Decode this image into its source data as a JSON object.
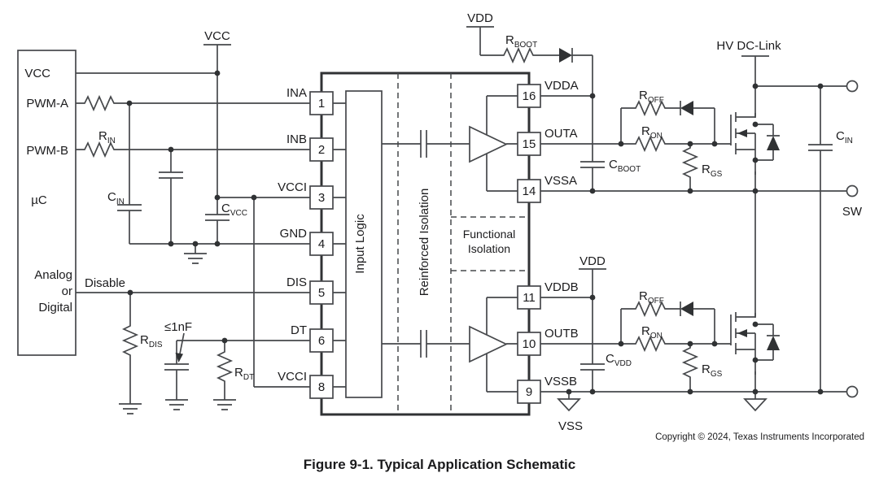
{
  "figure": {
    "caption": "Figure 9-1. Typical Application Schematic",
    "copyright": "Copyright © 2024, Texas Instruments Incorporated"
  },
  "mcu": {
    "vcc": "VCC",
    "pwm_a": "PWM-A",
    "pwm_b": "PWM-B",
    "uc": "µC",
    "analog_1": "Analog",
    "analog_2": "or",
    "analog_3": "Digital",
    "disable": "Disable"
  },
  "rails": {
    "vcc_top": "VCC",
    "vdd_a": "VDD",
    "vdd_b": "VDD",
    "hv_dc_link": "HV DC-Link",
    "vss": "VSS",
    "sw": "SW"
  },
  "components": {
    "r_in": {
      "base": "R",
      "sub": "IN"
    },
    "c_in_left": {
      "base": "C",
      "sub": "IN"
    },
    "c_vcc": {
      "base": "C",
      "sub": "VCC"
    },
    "r_dis": {
      "base": "R",
      "sub": "DIS"
    },
    "dt_cap_note": "≤1nF",
    "r_dt": {
      "base": "R",
      "sub": "DT"
    },
    "r_boot": {
      "base": "R",
      "sub": "BOOT"
    },
    "c_boot": {
      "base": "C",
      "sub": "BOOT"
    },
    "r_off_a": {
      "base": "R",
      "sub": "OFF"
    },
    "r_on_a": {
      "base": "R",
      "sub": "ON"
    },
    "r_gs_a": {
      "base": "R",
      "sub": "GS"
    },
    "c_vdd": {
      "base": "C",
      "sub": "VDD"
    },
    "r_off_b": {
      "base": "R",
      "sub": "OFF"
    },
    "r_on_b": {
      "base": "R",
      "sub": "ON"
    },
    "r_gs_b": {
      "base": "R",
      "sub": "GS"
    },
    "c_in_right": {
      "base": "C",
      "sub": "IN"
    }
  },
  "chip": {
    "inner": {
      "input_logic": "Input Logic",
      "reinforced": "Reinforced Isolation",
      "functional_1": "Functional",
      "functional_2": "Isolation"
    },
    "pins_left": [
      {
        "num": "1",
        "label": "INA"
      },
      {
        "num": "2",
        "label": "INB"
      },
      {
        "num": "3",
        "label": "VCCI"
      },
      {
        "num": "4",
        "label": "GND"
      },
      {
        "num": "5",
        "label": "DIS"
      },
      {
        "num": "6",
        "label": "DT"
      },
      {
        "num": "8",
        "label": "VCCI"
      }
    ],
    "pins_right": [
      {
        "num": "16",
        "label": "VDDA"
      },
      {
        "num": "15",
        "label": "OUTA"
      },
      {
        "num": "14",
        "label": "VSSA"
      },
      {
        "num": "11",
        "label": "VDDB"
      },
      {
        "num": "10",
        "label": "OUTB"
      },
      {
        "num": "9",
        "label": "VSSB"
      }
    ]
  }
}
